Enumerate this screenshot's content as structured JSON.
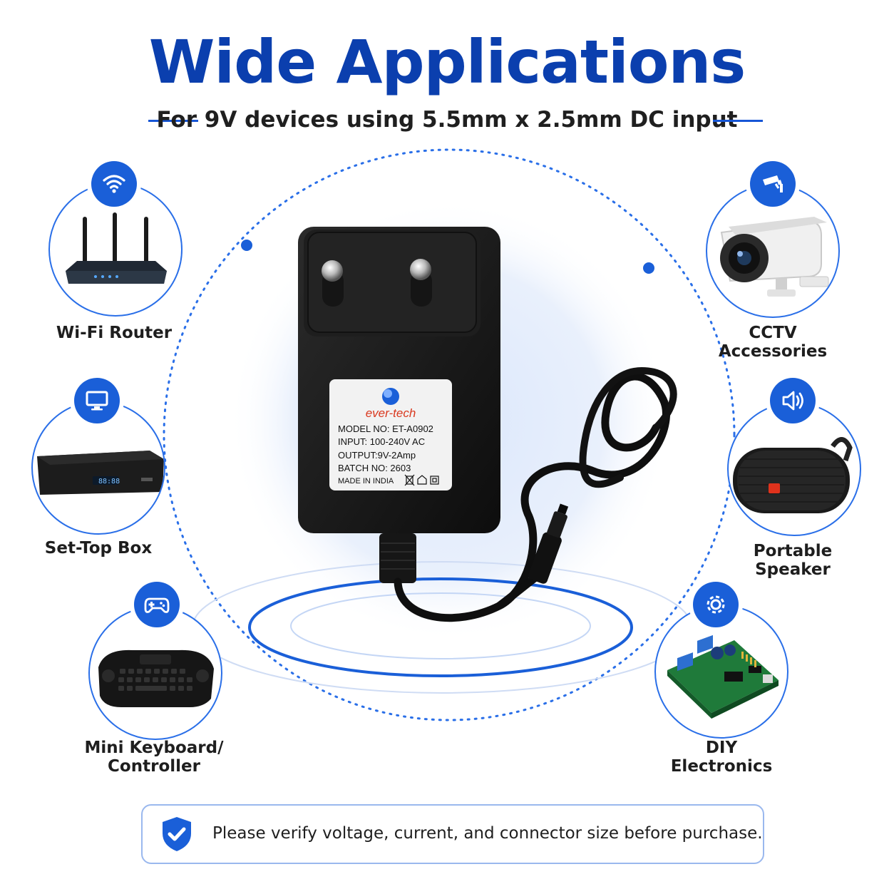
{
  "header": {
    "title": "Wide Applications",
    "subtitle": "For 9V devices using 5.5mm x 2.5mm DC input"
  },
  "product": {
    "brand": "ever-tech",
    "model": "MODEL NO: ET-A0902",
    "input": "INPUT: 100-240V AC",
    "output": "OUTPUT:9V-2Amp",
    "batch": "BATCH NO: 2603",
    "origin": "MADE IN INDIA"
  },
  "applications": [
    {
      "line1": "Wi-Fi Router",
      "line2": "",
      "icon": "wifi-icon"
    },
    {
      "line1": "Set-Top Box",
      "line2": "",
      "icon": "tv-icon"
    },
    {
      "line1": "Mini Keyboard/",
      "line2": "Controller",
      "icon": "gamepad-icon"
    },
    {
      "line1": "CCTV",
      "line2": "Accessories",
      "icon": "cctv-camera-icon"
    },
    {
      "line1": "Portable",
      "line2": "Speaker",
      "icon": "speaker-icon"
    },
    {
      "line1": "DIY",
      "line2": "Electronics",
      "icon": "gear-icon"
    }
  ],
  "notice": {
    "text": "Please verify voltage, current, and connector size before purchase.",
    "icon": "shield-check-icon"
  },
  "colors": {
    "accent": "#0b3fae",
    "badge": "#1a5fd8",
    "ring": "#2a6fe8"
  }
}
